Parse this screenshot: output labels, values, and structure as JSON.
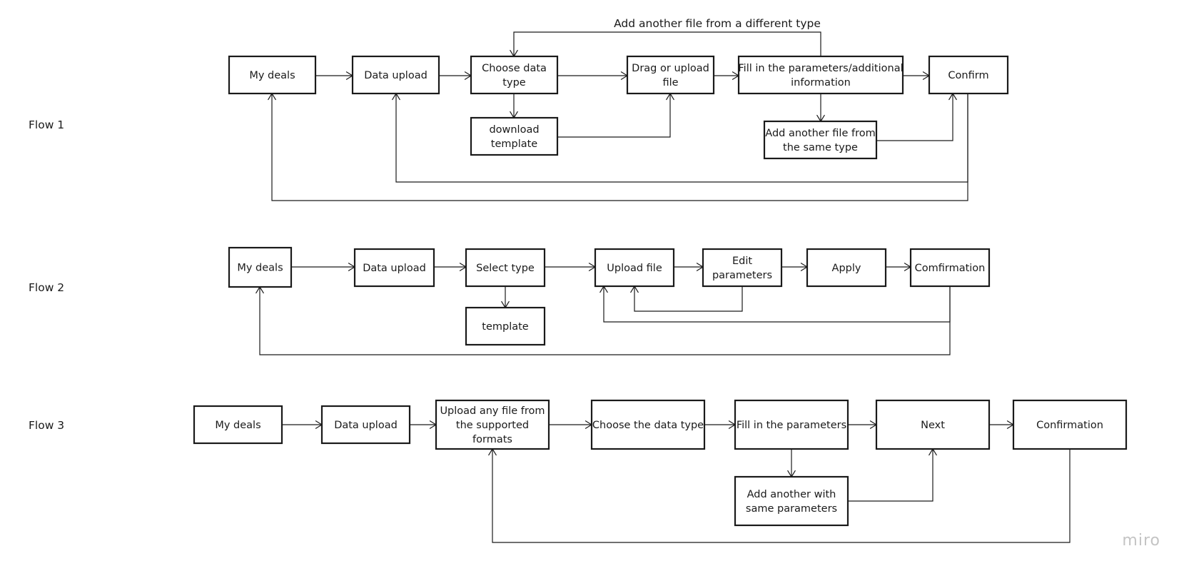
{
  "flows": [
    {
      "label": "Flow 1",
      "annotation": "Add another file from a different type",
      "nodes": [
        {
          "id": "f1_mydeals",
          "text": [
            "My deals"
          ]
        },
        {
          "id": "f1_upload",
          "text": [
            "Data upload"
          ]
        },
        {
          "id": "f1_choose",
          "text": [
            "Choose data",
            "type"
          ]
        },
        {
          "id": "f1_download",
          "text": [
            "download",
            "template"
          ]
        },
        {
          "id": "f1_drag",
          "text": [
            "Drag or upload",
            "file"
          ]
        },
        {
          "id": "f1_fill",
          "text": [
            "Fill in the parameters/additional",
            "information"
          ]
        },
        {
          "id": "f1_same",
          "text": [
            "Add another file from",
            "the same type"
          ]
        },
        {
          "id": "f1_confirm",
          "text": [
            "Confirm"
          ]
        }
      ]
    },
    {
      "label": "Flow 2",
      "nodes": [
        {
          "id": "f2_mydeals",
          "text": [
            "My deals"
          ]
        },
        {
          "id": "f2_upload",
          "text": [
            "Data upload"
          ]
        },
        {
          "id": "f2_select",
          "text": [
            "Select type"
          ]
        },
        {
          "id": "f2_template",
          "text": [
            "template"
          ]
        },
        {
          "id": "f2_uploadfile",
          "text": [
            "Upload file"
          ]
        },
        {
          "id": "f2_edit",
          "text": [
            "Edit",
            "parameters"
          ]
        },
        {
          "id": "f2_apply",
          "text": [
            "Apply"
          ]
        },
        {
          "id": "f2_confirm",
          "text": [
            "Comfirmation"
          ]
        }
      ]
    },
    {
      "label": "Flow 3",
      "nodes": [
        {
          "id": "f3_mydeals",
          "text": [
            "My deals"
          ]
        },
        {
          "id": "f3_upload",
          "text": [
            "Data upload"
          ]
        },
        {
          "id": "f3_anyfile",
          "text": [
            "Upload any file from",
            "the supported",
            "formats"
          ]
        },
        {
          "id": "f3_choose",
          "text": [
            "Choose the data type"
          ]
        },
        {
          "id": "f3_fill",
          "text": [
            "Fill in the parameters"
          ]
        },
        {
          "id": "f3_same",
          "text": [
            "Add another with",
            "same parameters"
          ]
        },
        {
          "id": "f3_next",
          "text": [
            "Next"
          ]
        },
        {
          "id": "f3_confirm",
          "text": [
            "Confirmation"
          ]
        }
      ]
    }
  ],
  "watermark": "miro"
}
